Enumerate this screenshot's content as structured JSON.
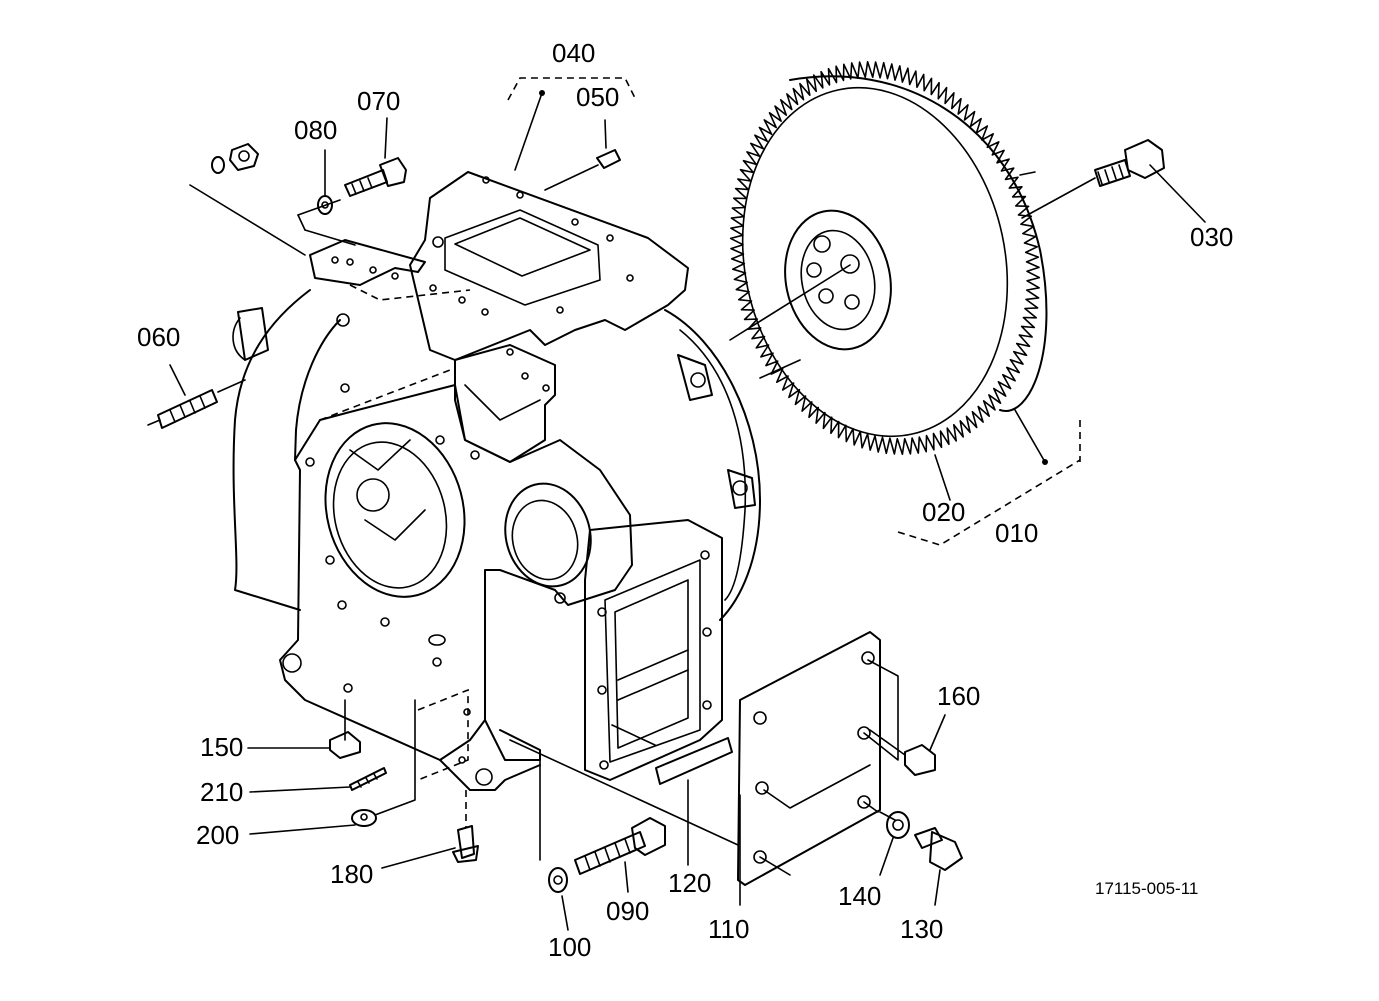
{
  "diagram": {
    "callouts": {
      "p010": "010",
      "p020": "020",
      "p030": "030",
      "p040": "040",
      "p050": "050",
      "p060": "060",
      "p070": "070",
      "p080": "080",
      "p090": "090",
      "p100": "100",
      "p110": "110",
      "p120": "120",
      "p130": "130",
      "p140": "140",
      "p150": "150",
      "p160": "160",
      "p180": "180",
      "p200": "200",
      "p210": "210"
    },
    "drawing_number": "17115-005-11"
  }
}
